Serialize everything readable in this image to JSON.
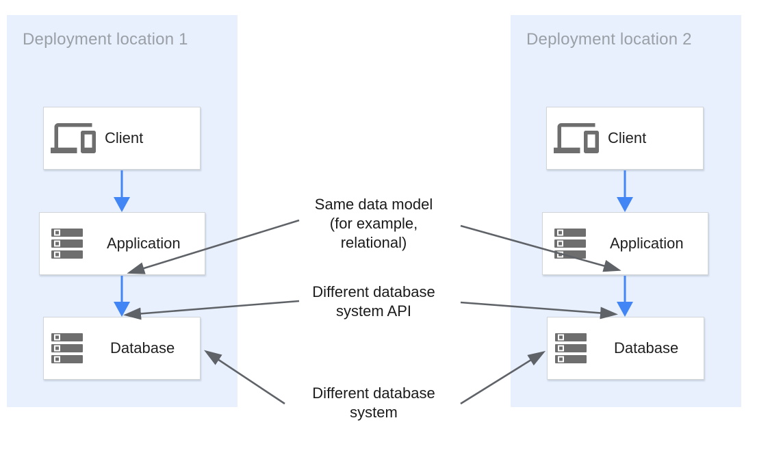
{
  "colors": {
    "panel-bg": "#E8F0FE",
    "panel-title": "#9AA0A6",
    "node-border": "#D2D5D8",
    "node-label": "#212121",
    "icon-gray": "#6E6E6E",
    "arrow-blue": "#4285F4",
    "arrow-gray": "#5F6368",
    "annotation-text": "#1A1A1A"
  },
  "panels": [
    {
      "title": "Deployment location 1",
      "nodes": [
        {
          "label": "Client",
          "icon": "devices-icon"
        },
        {
          "label": "Application",
          "icon": "server-stack-icon"
        },
        {
          "label": "Database",
          "icon": "server-stack-icon"
        }
      ]
    },
    {
      "title": "Deployment location 2",
      "nodes": [
        {
          "label": "Client",
          "icon": "devices-icon"
        },
        {
          "label": "Application",
          "icon": "server-stack-icon"
        },
        {
          "label": "Database",
          "icon": "server-stack-icon"
        }
      ]
    }
  ],
  "annotations": [
    {
      "lines": [
        "Same data model",
        "(for example,",
        "relational)"
      ]
    },
    {
      "lines": [
        "Different database",
        "system API"
      ]
    },
    {
      "lines": [
        "Different database",
        "system"
      ]
    }
  ]
}
